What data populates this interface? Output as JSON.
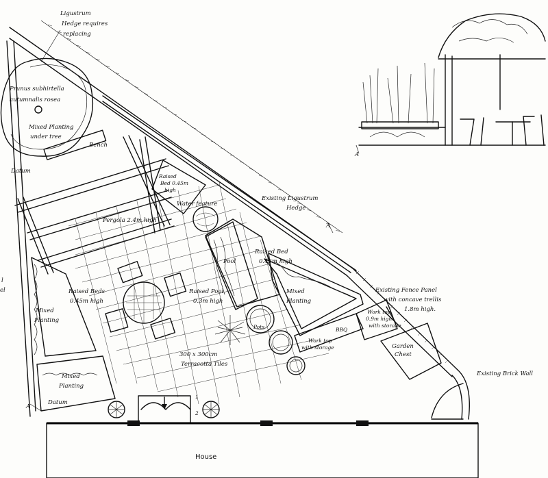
{
  "labels": {
    "hedge_replace": [
      "Ligustrum",
      "Hedge requires",
      "replacing"
    ],
    "tree": [
      "Prunus subhirtella",
      "autumnalis rosea"
    ],
    "mixed_under_tree": [
      "Mixed Planting",
      "under tree"
    ],
    "bench": "Bench",
    "datum_top": "Datum",
    "raised_bed_top": [
      "Raised",
      "Bed 0.45m",
      "high"
    ],
    "water_feature": "Water feature",
    "pergola": "Pergola 2.4m high",
    "existing_hedge": [
      "Existing Ligustrum",
      "Hedge"
    ],
    "pool": "Pool",
    "raised_bed_right": [
      "Raised Bed",
      "0.45m high"
    ],
    "raised_beds_left": [
      "Raised Beds",
      "0.45m high"
    ],
    "raised_pool": [
      "Raised Pool",
      "0.3m high"
    ],
    "mixed_planting_left": [
      "Mixed",
      "Planting"
    ],
    "mixed_planting_right": [
      "Mixed",
      "Planting"
    ],
    "mixed_planting_bottom": [
      "Mixed",
      "Planting"
    ],
    "pots": "Pots",
    "bbq": "BBQ",
    "worktop_storage": [
      "Work top",
      "with storage"
    ],
    "worktop_right": [
      "Work top",
      "0.9m high",
      "with storage"
    ],
    "fence": [
      "Existing Fence Panel",
      "with concave trellis",
      "1.8m high."
    ],
    "tiles": [
      "300 x 300cm",
      "Terracotta Tiles"
    ],
    "garden_chest": [
      "Garden",
      "Chest"
    ],
    "brick_wall": "Existing Brick Wall",
    "datum_bottom": "Datum",
    "house": "House",
    "section_marker": "A",
    "level_1": "1",
    "level_2": "2",
    "edge_left_1": "l",
    "edge_left_2": "el"
  }
}
